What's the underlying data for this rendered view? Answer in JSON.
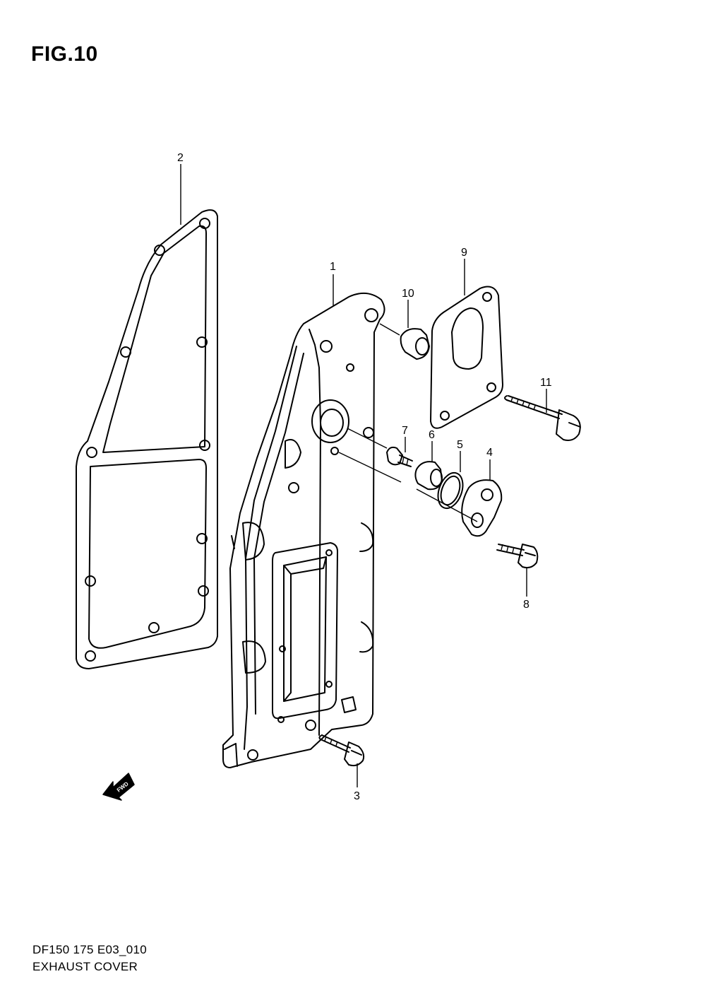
{
  "figure": {
    "title": "FIG.10"
  },
  "callouts": {
    "c1": "1",
    "c2": "2",
    "c3": "3",
    "c4": "4",
    "c5": "5",
    "c6": "6",
    "c7": "7",
    "c8": "8",
    "c9": "9",
    "c10": "10",
    "c11": "11"
  },
  "fwd_arrow": {
    "label": "FWD"
  },
  "footer": {
    "code": "DF150 175 E03_010",
    "name": "EXHAUST COVER"
  }
}
